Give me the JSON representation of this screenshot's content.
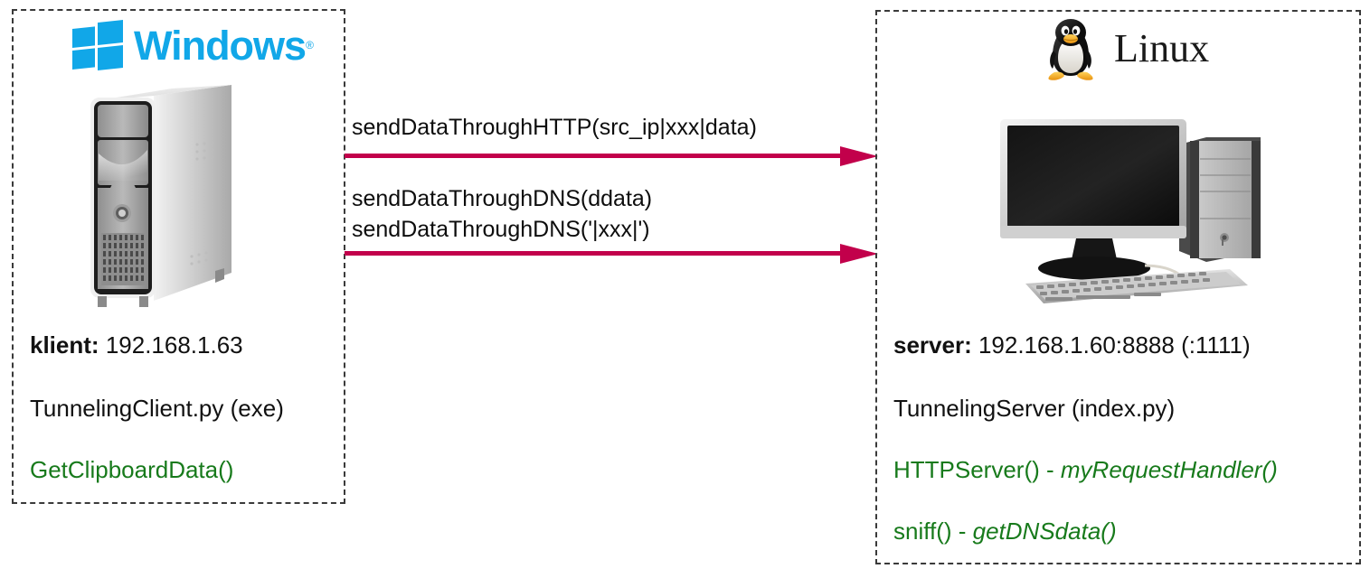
{
  "diagram": {
    "title": "HTTP/DNS tunneling client-server diagram",
    "accent_arrow_color": "#C2004B",
    "green_text_color": "#177A1B",
    "windows_blue": "#11A7E8"
  },
  "client": {
    "os_label": "Windows",
    "os_trademark": "®",
    "machine_icon": "desktop-tower-icon",
    "address_label": "klient:",
    "address_value": "192.168.1.63",
    "app": "TunnelingClient.py (exe)",
    "api": "GetClipboardData()"
  },
  "server": {
    "os_label": "Linux",
    "os_icon": "tux-penguin-icon",
    "machine_icon": "desktop-computer-icon",
    "address_label": "server:",
    "address_value": "192.168.1.60:8888 (:1111)",
    "app": "TunnelingServer (index.py)",
    "api1_plain": "HTTPServer() - ",
    "api1_italic": "myRequestHandler()",
    "api2_plain": "sniff() - ",
    "api2_italic": "getDNSdata()"
  },
  "arrows": [
    {
      "name": "http-arrow",
      "label": "sendDataThroughHTTP(src_ip|xxx|data)",
      "direction": "client-to-server"
    },
    {
      "name": "dns-arrow",
      "label_line1": "sendDataThroughDNS(ddata)",
      "label_line2": "sendDataThroughDNS('|xxx|')",
      "direction": "client-to-server"
    }
  ]
}
